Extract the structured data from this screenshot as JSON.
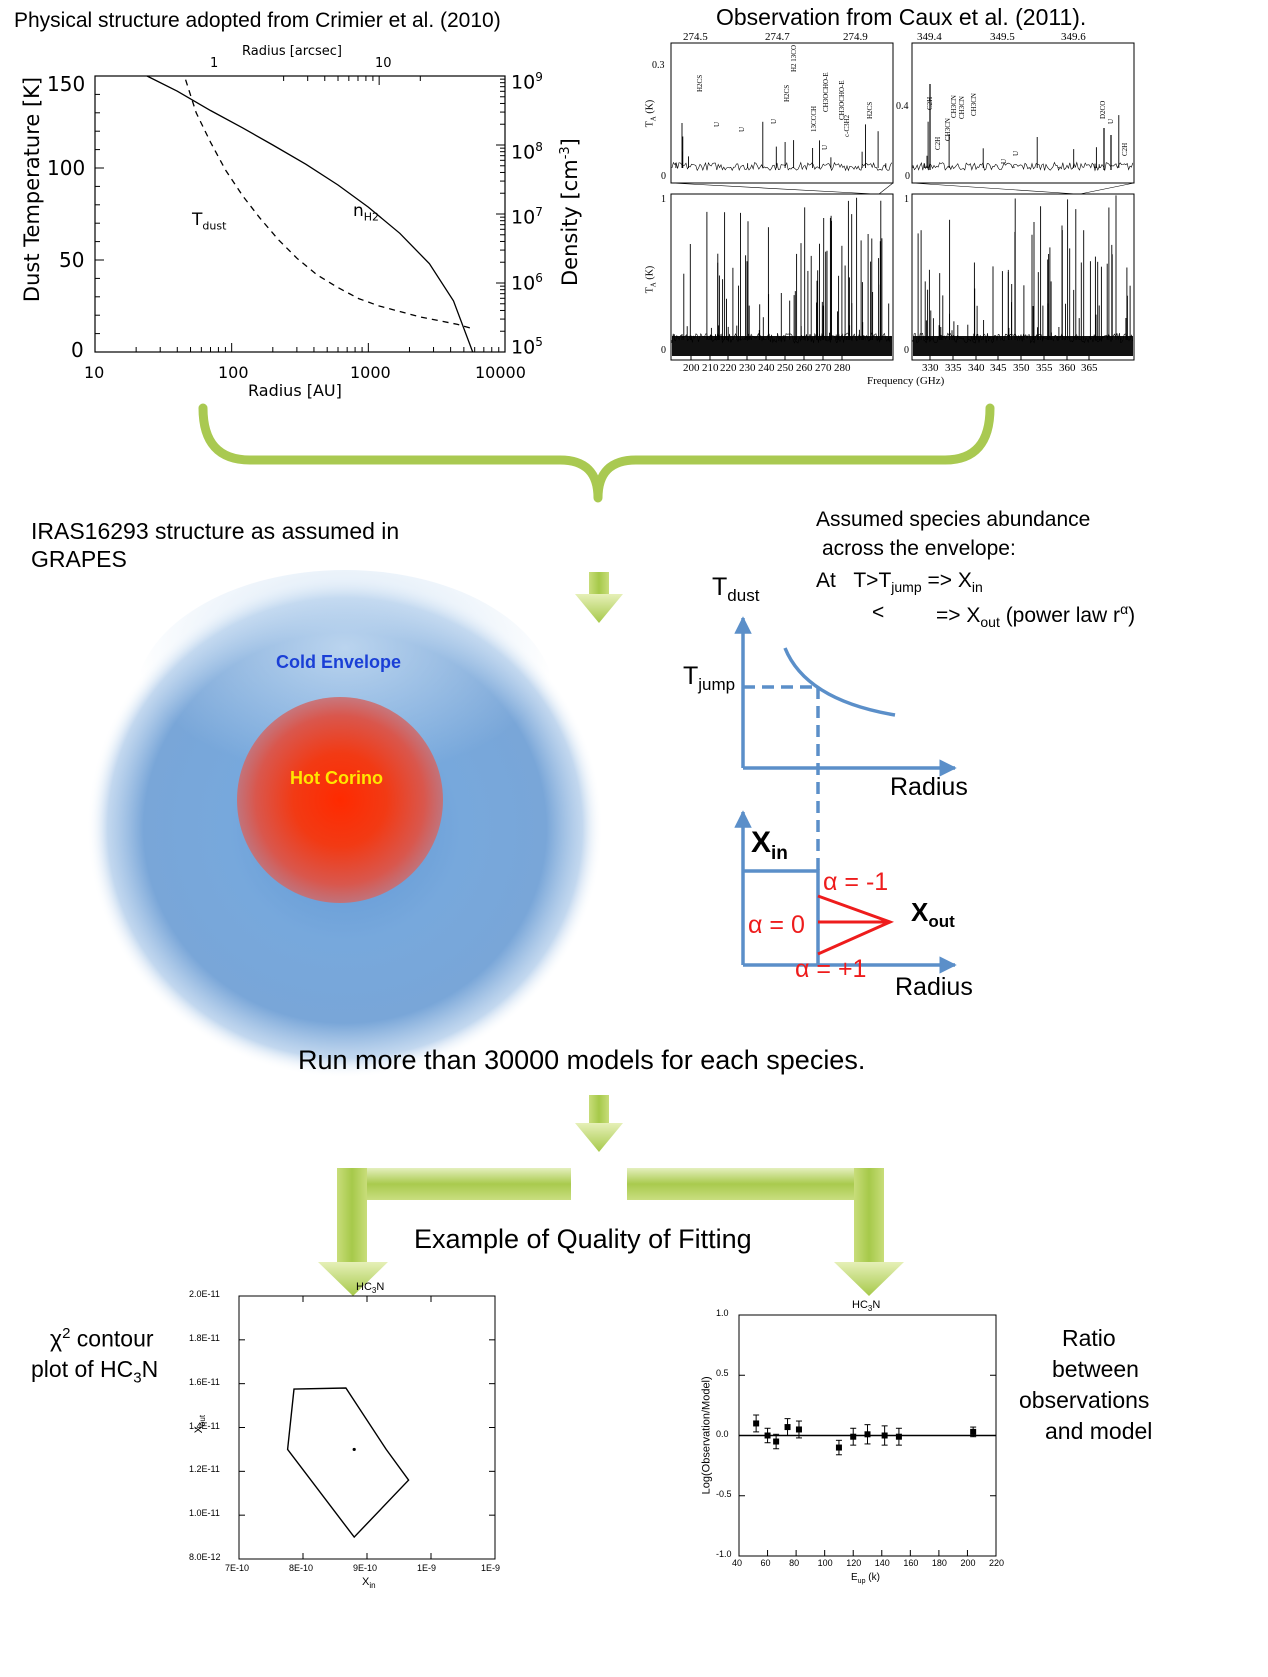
{
  "titles": {
    "physical": "Physical structure adopted from Crimier et al. (2010)",
    "observation": "Observation from Caux et al. (2011)."
  },
  "sections": {
    "structure": "IRAS16293 structure  as assumed in GRAPES",
    "abundance_line1": "Assumed species abundance",
    "abundance_line2": "across the envelope:",
    "run": "Run more than 30000 models for each species.",
    "quality": "Example of Quality of Fitting",
    "chi2_line1_suffix": " contour",
    "chi2_line2_prefix": "plot of HC",
    "ratio_lines": [
      "Ratio",
      "between",
      "observations",
      "and model"
    ]
  },
  "colors": {
    "green_arrow": "#a7c84a",
    "green_arrow_dark": "#8db33a",
    "blue_diagram": "#5b8fc9",
    "red_diagram": "#ee1c1c",
    "envelope_blue": "#6b9bd6",
    "corino_red": "#ff2a00",
    "cold_envelope_text": "#1a3fd6",
    "hot_corino_text": "#ffe600"
  },
  "circle": {
    "cold_label": "Cold Envelope",
    "hot_label": "Hot Corino"
  },
  "jump_diagram": {
    "t_dust": "T",
    "t_dust_sub": "dust",
    "t_jump": "T",
    "t_jump_sub": "jump",
    "radius": "Radius",
    "x_in": "X",
    "x_in_sub": "in",
    "x_out": "X",
    "x_out_sub": "out",
    "alpha_m1": "α = -1",
    "alpha_0": "α = 0",
    "alpha_p1": "α = +1",
    "rule_at": "At",
    "rule_t1": "T>T",
    "rule_t1_sub": "jump",
    "rule_arrow1": "=> X",
    "rule_arrow1_sub": "in",
    "rule_lt": "<",
    "rule_arrow2": "=> X",
    "rule_arrow2_sub": "out",
    "rule_power": "(power law r",
    "rule_power_sup": "α",
    "rule_power_end": ")"
  },
  "chart_data": [
    {
      "type": "line",
      "title": "",
      "xlabel": "Radius [AU]",
      "xlabel_top": "Radius [arcsec]",
      "ylabel": "Dust Temperature [K]",
      "ylabel_right": "Density [cm",
      "ylabel_right_sup": "-3",
      "ylabel_right_end": "]",
      "xscale": "log",
      "xlim": [
        10,
        10000
      ],
      "ylim": [
        0,
        150
      ],
      "x_ticks": [
        "10",
        "100",
        "1000",
        "10000"
      ],
      "x_top_ticks": [
        "1",
        "10"
      ],
      "y_ticks": [
        "0",
        "50",
        "100",
        "150"
      ],
      "y_right_ticks": [
        "10",
        "10",
        "10",
        "10",
        "10"
      ],
      "y_right_exponents": [
        "5",
        "6",
        "7",
        "8",
        "9"
      ],
      "y_right_range_log": [
        5,
        9
      ],
      "series": [
        {
          "name": "T",
          "name_sub": "dust",
          "style": "dashed",
          "axis": "left",
          "x": [
            46,
            55,
            70,
            90,
            120,
            160,
            220,
            300,
            420,
            600,
            850,
            1200,
            1700,
            2400,
            3300,
            4500,
            5600
          ],
          "y": [
            148,
            130,
            114,
            99,
            85,
            73,
            61,
            51,
            42,
            35,
            29,
            25,
            22,
            19,
            17,
            15,
            13
          ]
        },
        {
          "name": "n",
          "name_sub": "H2",
          "style": "solid",
          "axis": "right_log",
          "x": [
            24,
            40,
            70,
            120,
            200,
            350,
            600,
            1000,
            1700,
            2800,
            4200,
            5800
          ],
          "y": [
            9.0,
            8.78,
            8.5,
            8.25,
            8.0,
            7.72,
            7.42,
            7.1,
            6.72,
            6.28,
            5.74,
            5.0
          ]
        }
      ]
    },
    {
      "type": "line",
      "title": "",
      "xlabel": "Frequency (GHz)",
      "ylabel": "T",
      "ylabel_sub": "A",
      "ylabel_end": " (K)",
      "x_ticks": [
        "200",
        "210",
        "220",
        "230",
        "240",
        "250",
        "260",
        "270",
        "280",
        "330",
        "335",
        "340",
        "345",
        "350",
        "355",
        "360",
        "365"
      ],
      "y_ticks_main": [
        "0",
        "1"
      ],
      "zoom_left_ticks": [
        "274.5",
        "274.7",
        "274.9"
      ],
      "zoom_right_ticks": [
        "349.4",
        "349.5",
        "349.6"
      ],
      "zoom_left_y_ticks": [
        "0",
        "0.3"
      ],
      "zoom_right_y_ticks": [
        "0",
        "0.4"
      ],
      "line_labels_left": [
        "H2CS",
        "U",
        "U",
        "U",
        "H2CS",
        "H2 13CO",
        "13CCCH",
        "U",
        "CH3OCHO-E",
        "CH3OCHO-E",
        "c-C3H2",
        "H2CS"
      ],
      "line_labels_right": [
        "C2H",
        "C2H",
        "CH3CN",
        "CH3CN",
        "CH3CN",
        "CH3CN",
        "U",
        "U",
        "D2CO",
        "U",
        "C2H"
      ]
    },
    {
      "type": "scatter",
      "title": "HC",
      "title_sub": "3",
      "title_end": "N",
      "xlabel": "X",
      "xlabel_sub": "in",
      "ylabel": "X",
      "ylabel_sub": "out",
      "xlim": [
        7e-10,
        1.1e-09
      ],
      "ylim": [
        8e-12,
        2e-11
      ],
      "x_ticks": [
        "7E-10",
        "8E-10",
        "9E-10",
        "1E-9",
        "1E-9"
      ],
      "y_ticks": [
        "8.0E-12",
        "1.0E-11",
        "1.2E-11",
        "1.4E-11",
        "1.6E-11",
        "1.8E-11",
        "2.0E-11"
      ],
      "contour": {
        "x": [
          7.76e-10,
          7.86e-10,
          8.67e-10,
          9.3e-10,
          9.65e-10,
          8.8e-10
        ],
        "y": [
          1.3e-11,
          1.575e-11,
          1.58e-11,
          1.3e-11,
          1.16e-11,
          9e-12
        ]
      },
      "best_fit": {
        "x": 8.8e-10,
        "y": 1.3e-11
      }
    },
    {
      "type": "scatter",
      "title": "HC",
      "title_sub": "3",
      "title_end": "N",
      "xlabel": "E",
      "xlabel_sub": "up",
      "xlabel_end": " (k)",
      "ylabel": "Log(Observation/Model)",
      "xlim": [
        40,
        220
      ],
      "ylim": [
        -1.0,
        1.0
      ],
      "x_ticks": [
        "40",
        "60",
        "80",
        "100",
        "120",
        "140",
        "160",
        "180",
        "200",
        "220"
      ],
      "y_ticks": [
        "-1.0",
        "-0.5",
        "0.0",
        "0.5",
        "1.0"
      ],
      "points": {
        "x": [
          52,
          60,
          66,
          74,
          82,
          110,
          120,
          130,
          142,
          152,
          204
        ],
        "y": [
          0.1,
          0.0,
          -0.05,
          0.07,
          0.05,
          -0.1,
          -0.01,
          0.01,
          0.0,
          -0.01,
          0.03
        ],
        "err": [
          0.07,
          0.06,
          0.06,
          0.07,
          0.07,
          0.06,
          0.07,
          0.08,
          0.08,
          0.07,
          0.04
        ]
      }
    }
  ]
}
